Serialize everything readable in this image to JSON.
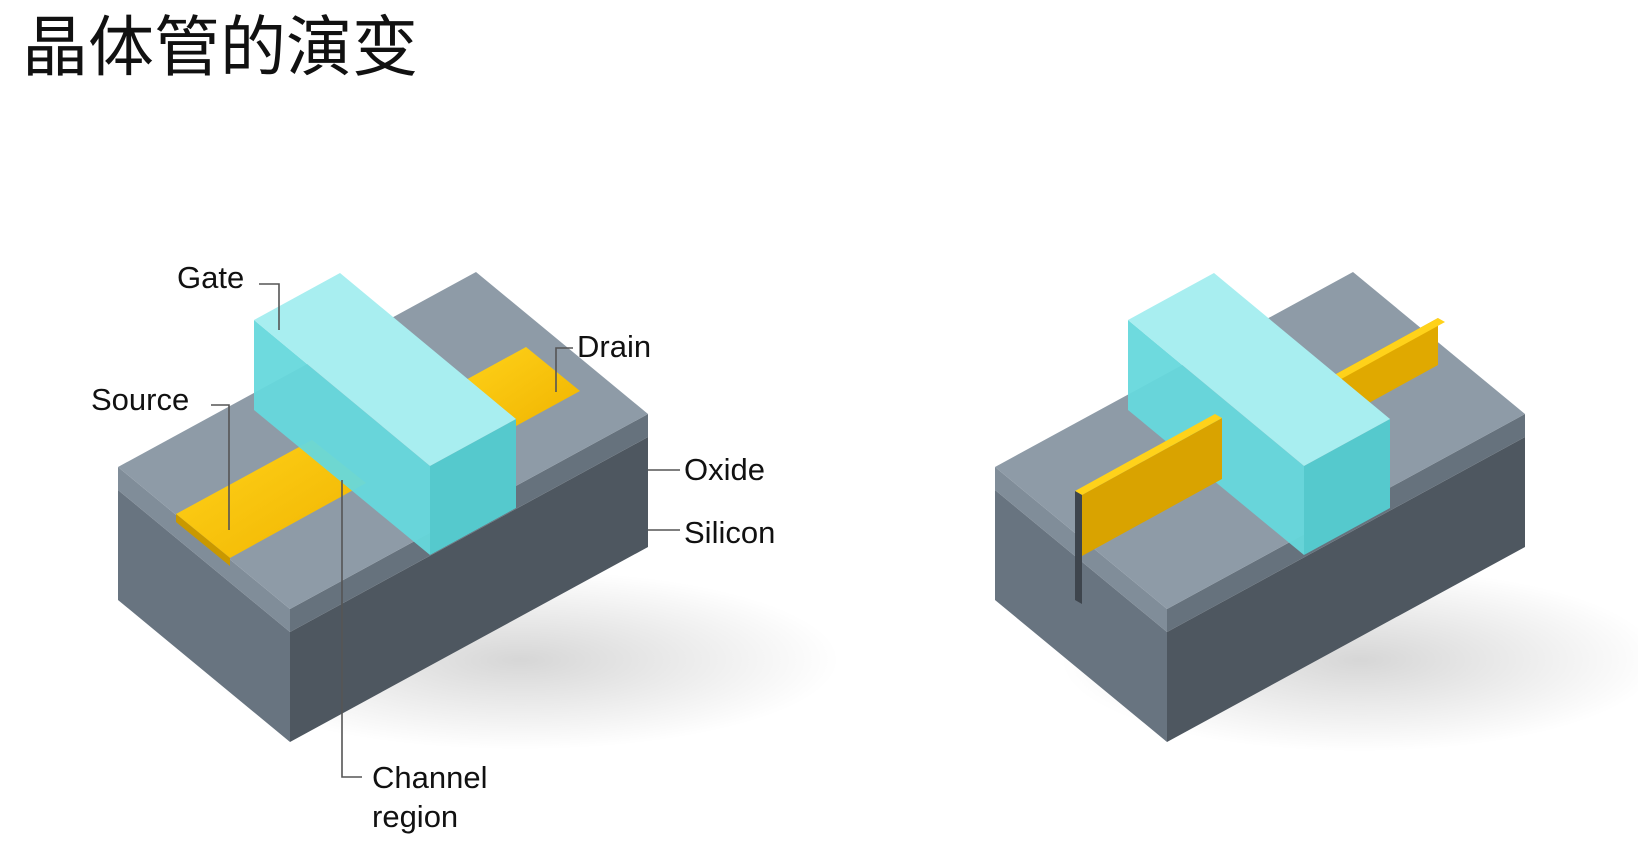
{
  "title": "晶体管的演变",
  "labels": {
    "gate": "Gate",
    "source": "Source",
    "drain": "Drain",
    "oxide": "Oxide",
    "silicon": "Silicon",
    "channel_line1": "Channel",
    "channel_line2": "region"
  },
  "colors": {
    "gate": "#7fe3e6",
    "source_drain": "#f5c000",
    "oxide": "#7a8a98",
    "silicon": "#5c6670",
    "text": "#111111",
    "leader": "#555555"
  }
}
